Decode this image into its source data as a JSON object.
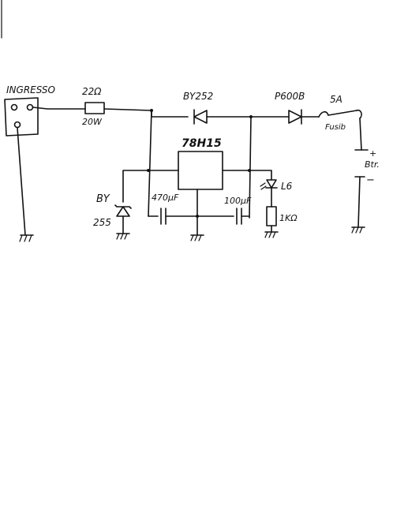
{
  "labels": {
    "input": "INGRESSO",
    "resistor_value": "22Ω",
    "resistor_power": "20W",
    "diode1": "BY252",
    "diode2": "P600B",
    "regulator": "78H15",
    "zener_line1": "BY",
    "zener_line2": "255",
    "cap1": "470µF",
    "cap2": "100µF",
    "led": "L6",
    "led_resistor": "1KΩ",
    "fuse_current": "5A",
    "fuse_label": "Fusib",
    "battery": "Btr.",
    "plus": "+",
    "minus": "−"
  }
}
